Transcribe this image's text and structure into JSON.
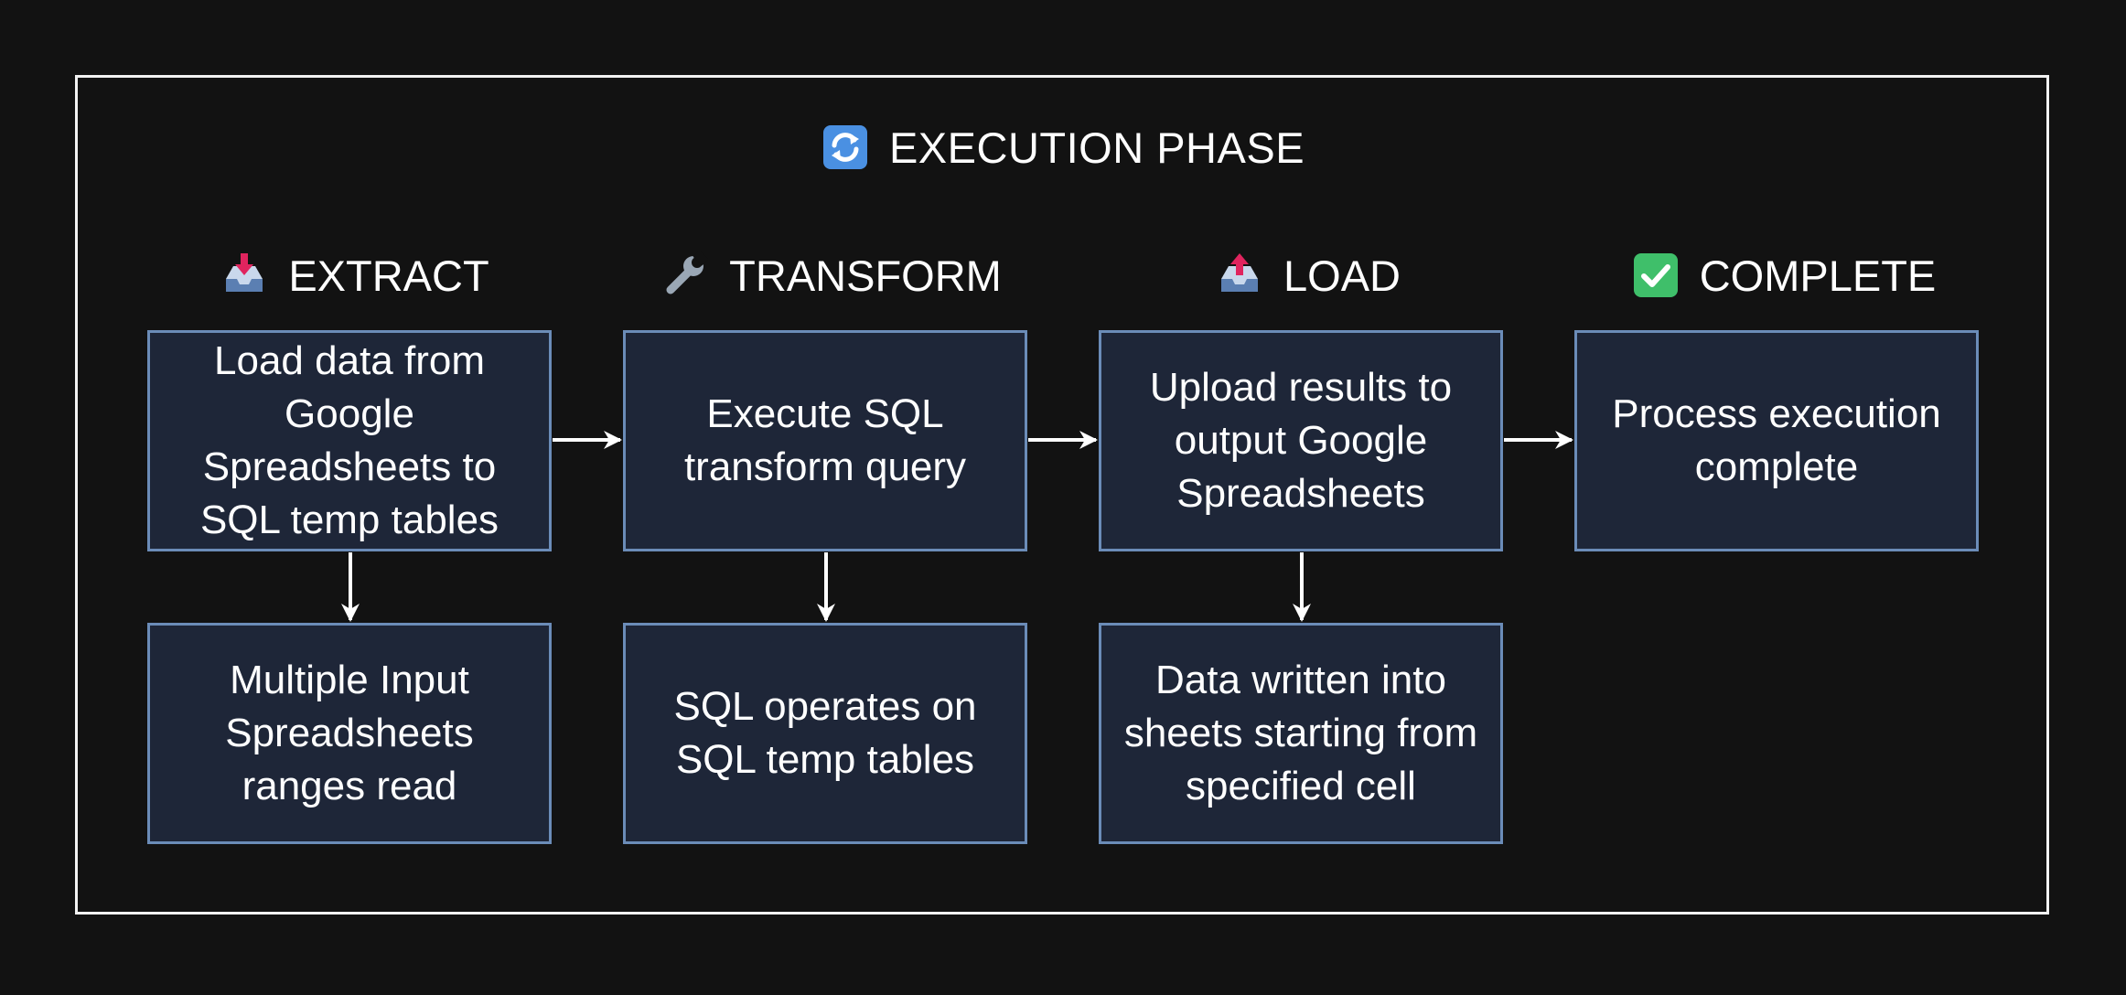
{
  "diagram": {
    "title": "EXECUTION PHASE",
    "title_icon": "refresh-icon",
    "columns": [
      {
        "id": "extract",
        "heading": "EXTRACT",
        "icon": "inbox-download-icon",
        "primary": "Load data from\nGoogle\nSpreadsheets to\nSQL temp tables",
        "secondary": "Multiple Input\nSpreadsheets\nranges read"
      },
      {
        "id": "transform",
        "heading": "TRANSFORM",
        "icon": "wrench-icon",
        "primary": "Execute SQL\ntransform query",
        "secondary": "SQL operates on\nSQL temp tables"
      },
      {
        "id": "load",
        "heading": "LOAD",
        "icon": "outbox-upload-icon",
        "primary": "Upload results to\noutput Google\nSpreadsheets",
        "secondary": "Data written into\nsheets starting from\nspecified cell"
      },
      {
        "id": "complete",
        "heading": "COMPLETE",
        "icon": "check-mark-icon",
        "primary": "Process execution\ncomplete"
      }
    ],
    "colors": {
      "background": "#121212",
      "frame": "#f2f2f2",
      "box_fill": "#1e2638",
      "box_border": "#6b8cb8",
      "arrow": "#ffffff"
    }
  }
}
